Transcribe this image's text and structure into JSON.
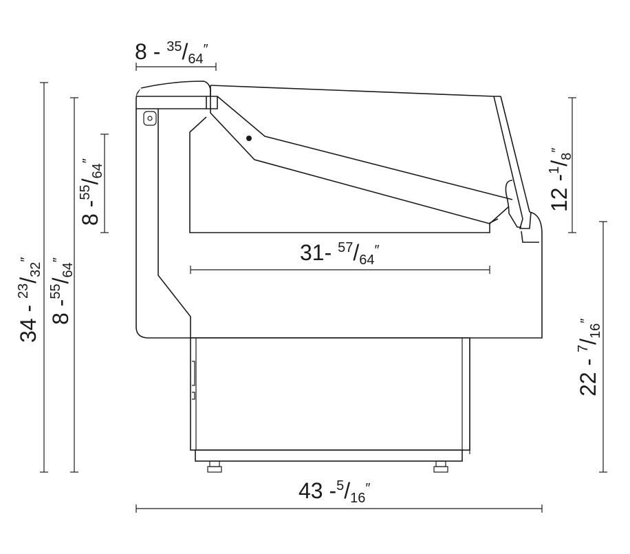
{
  "dimensions": {
    "top_width": {
      "whole": "8 - ",
      "num": "35",
      "den": "64",
      "unit": "″"
    },
    "shelf_width": {
      "whole": "31- ",
      "num": "57",
      "den": "64",
      "unit": "″"
    },
    "total_width": {
      "whole": "43 -",
      "num": "5",
      "den": "16",
      "unit": "″"
    },
    "total_height": {
      "whole": "34 - ",
      "num": "23",
      "den": "32",
      "unit": "″"
    },
    "left_height": {
      "whole": "8 -",
      "num": "55",
      "den": "64",
      "unit": "″"
    },
    "inner_height": {
      "whole": "8 -",
      "num": "55",
      "den": "64",
      "unit": "″"
    },
    "glass_height": {
      "whole": "12 -",
      "num": "1",
      "den": "8",
      "unit": "″"
    },
    "counter_height": {
      "whole": "22 - ",
      "num": "7",
      "den": "16",
      "unit": "″"
    }
  }
}
